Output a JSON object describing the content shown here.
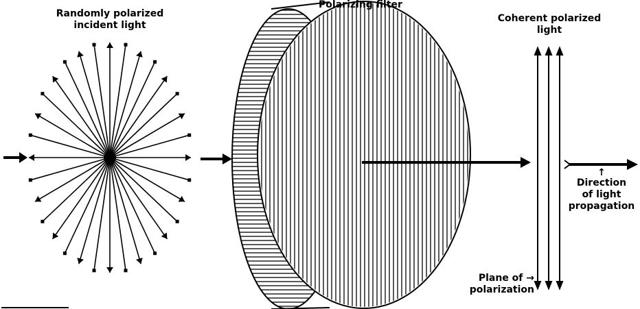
{
  "labels": {
    "incident_line1": "Randomly polarized",
    "incident_line2": "incident light",
    "filter": "Polarizing filter",
    "coherent_line1": "Coherent polarized",
    "coherent_line2": "light",
    "direction_arrow": "↑",
    "direction_line1": "Direction",
    "direction_line2": "of light",
    "direction_line3": "propagation",
    "plane_line1": "Plane of →",
    "plane_line2": "polarization"
  },
  "incident_ray_count": 32,
  "colors": {
    "ink": "#000000",
    "background": "#ffffff"
  }
}
